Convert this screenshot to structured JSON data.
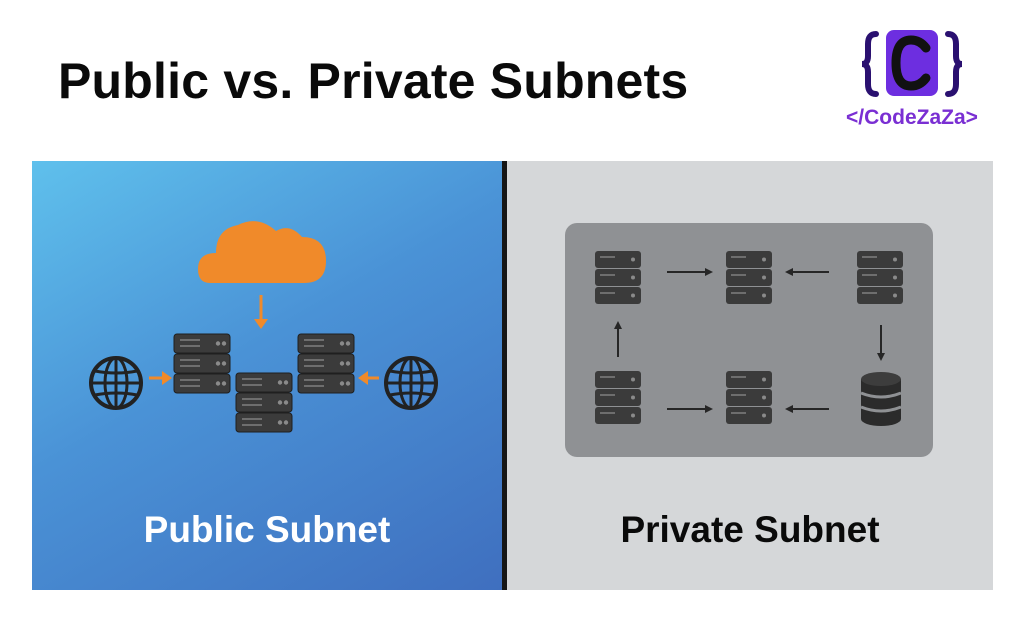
{
  "header": {
    "title": "Public vs. Private Subnets"
  },
  "logo": {
    "mark": "{C}",
    "text": "</CodeZaZa>",
    "colors": {
      "primary": "#6d2ee0",
      "dark": "#2a1070"
    }
  },
  "panels": {
    "public": {
      "label": "Public Subnet",
      "icons": [
        "cloud-icon",
        "globe-icon",
        "server-icon",
        "arrow-icon"
      ],
      "colors": {
        "accent": "#f08a2a",
        "background": "#4a92d6"
      }
    },
    "private": {
      "label": "Private Subnet",
      "icons": [
        "server-icon",
        "database-icon",
        "arrow-icon"
      ],
      "colors": {
        "background": "#d5d7d9",
        "inner": "#8f9194"
      }
    }
  }
}
